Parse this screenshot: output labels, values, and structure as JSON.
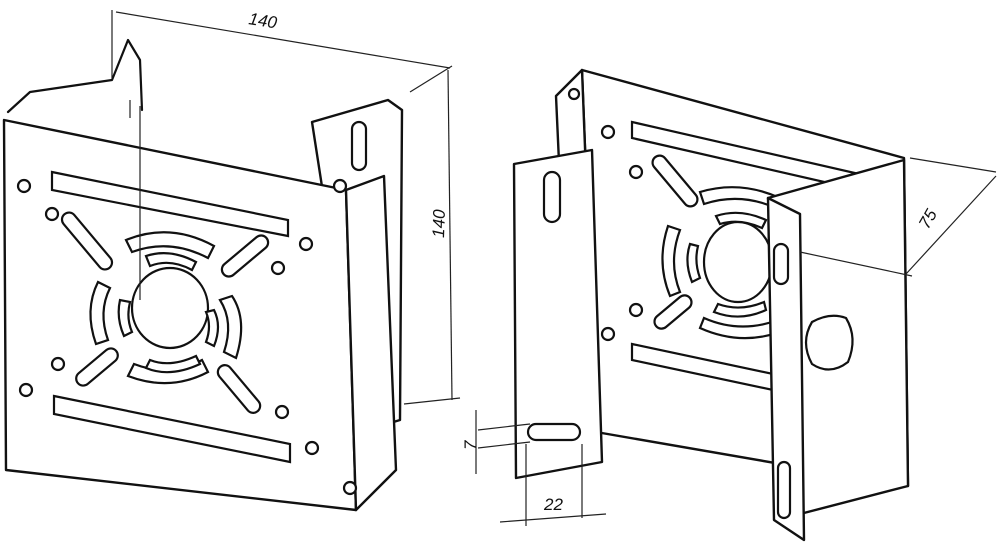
{
  "dimensions": {
    "width": "140",
    "height": "140",
    "depth": "75",
    "slot_width": "7",
    "slot_spacing": "22"
  }
}
